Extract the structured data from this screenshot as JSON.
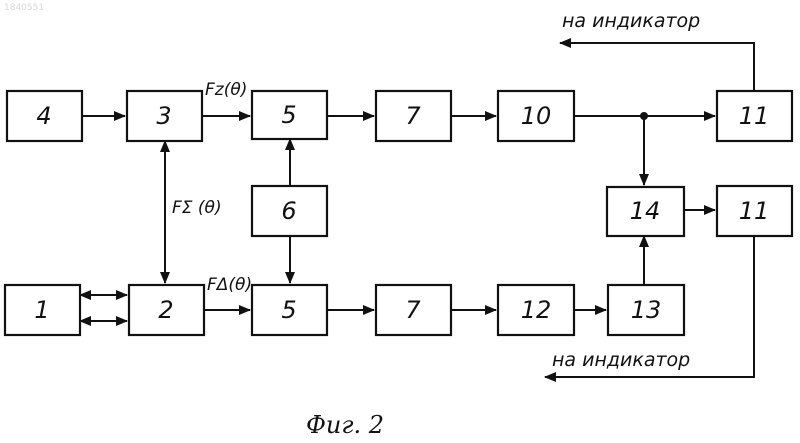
{
  "watermark": "1840551",
  "blocks": {
    "b4": "4",
    "b3": "3",
    "b5_top": "5",
    "b7_top": "7",
    "b10": "10",
    "b11_top": "11",
    "b6": "6",
    "b14": "14",
    "b11_mid": "11",
    "b1": "1",
    "b2": "2",
    "b5_bot": "5",
    "b7_bot": "7",
    "b12": "12",
    "b13": "13"
  },
  "signals": {
    "f_z_top": "Fz(θ)",
    "f_sigma": "FΣ (θ)",
    "f_delta": "FΔ(θ)"
  },
  "notes": {
    "to_indicator_top": "на индикатор",
    "to_indicator_bottom": "на индикатор"
  },
  "caption": "Фиг. 2"
}
